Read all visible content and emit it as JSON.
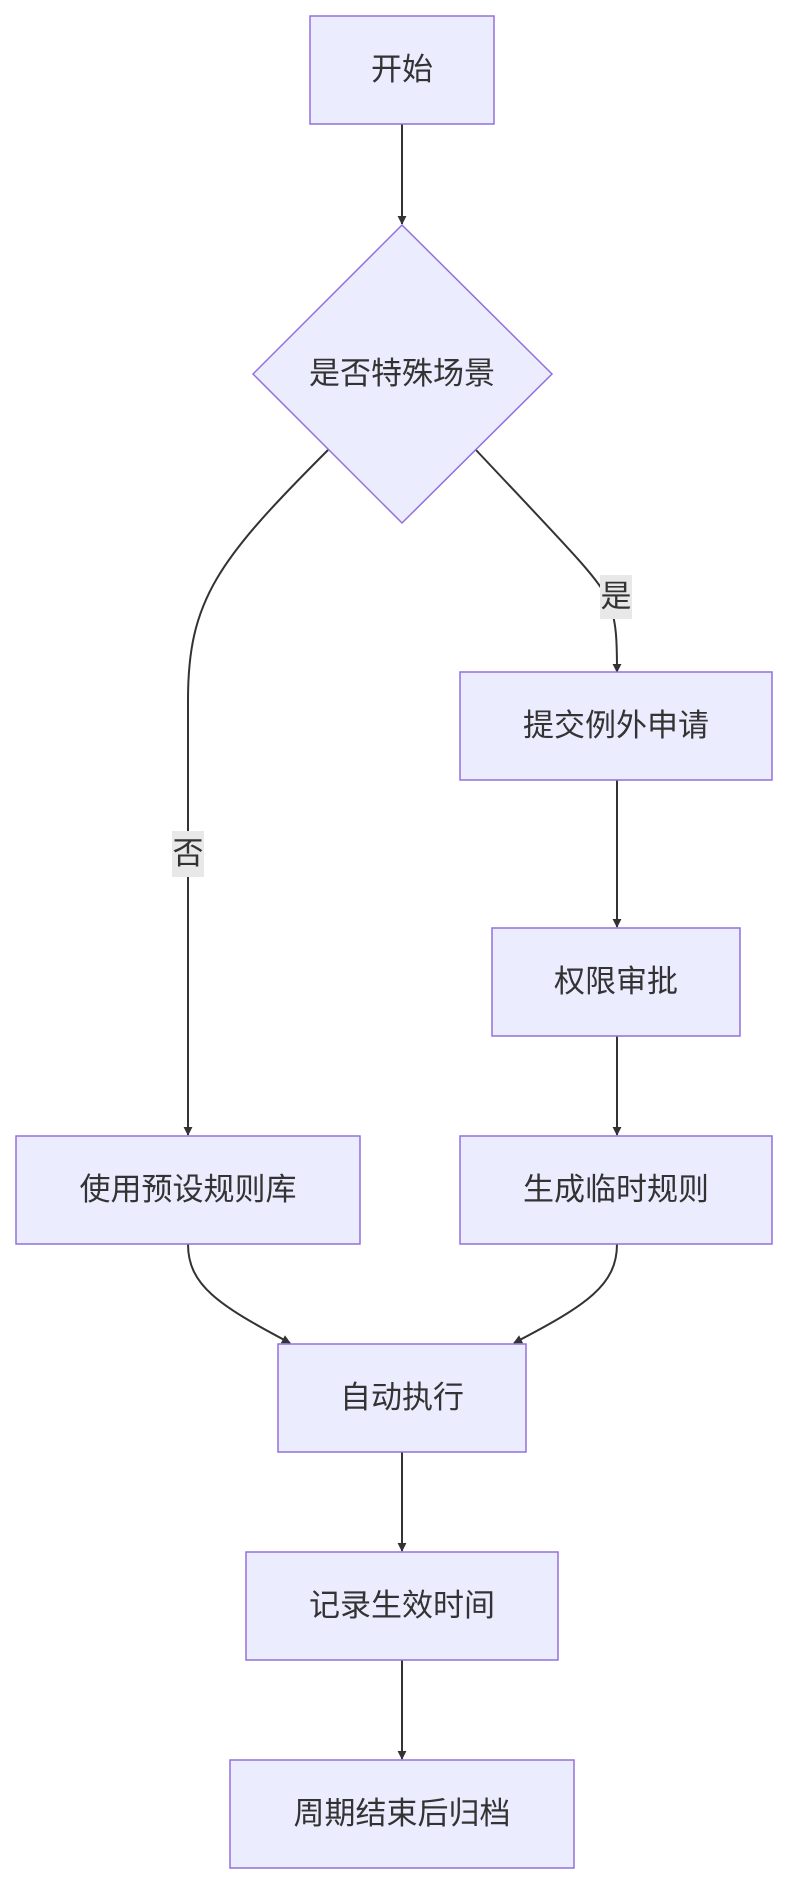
{
  "diagram": {
    "nodes": {
      "start": "开始",
      "decision": "是否特殊场景",
      "submit": "提交例外申请",
      "approve": "权限审批",
      "preset": "使用预设规则库",
      "generate": "生成临时规则",
      "execute": "自动执行",
      "record": "记录生效时间",
      "archive": "周期结束后归档"
    },
    "edge_labels": {
      "yes": "是",
      "no": "否"
    },
    "colors": {
      "node_fill": "#ececff",
      "node_stroke": "#9370db",
      "edge": "#333333",
      "label_bg": "#e8e8e8"
    }
  }
}
